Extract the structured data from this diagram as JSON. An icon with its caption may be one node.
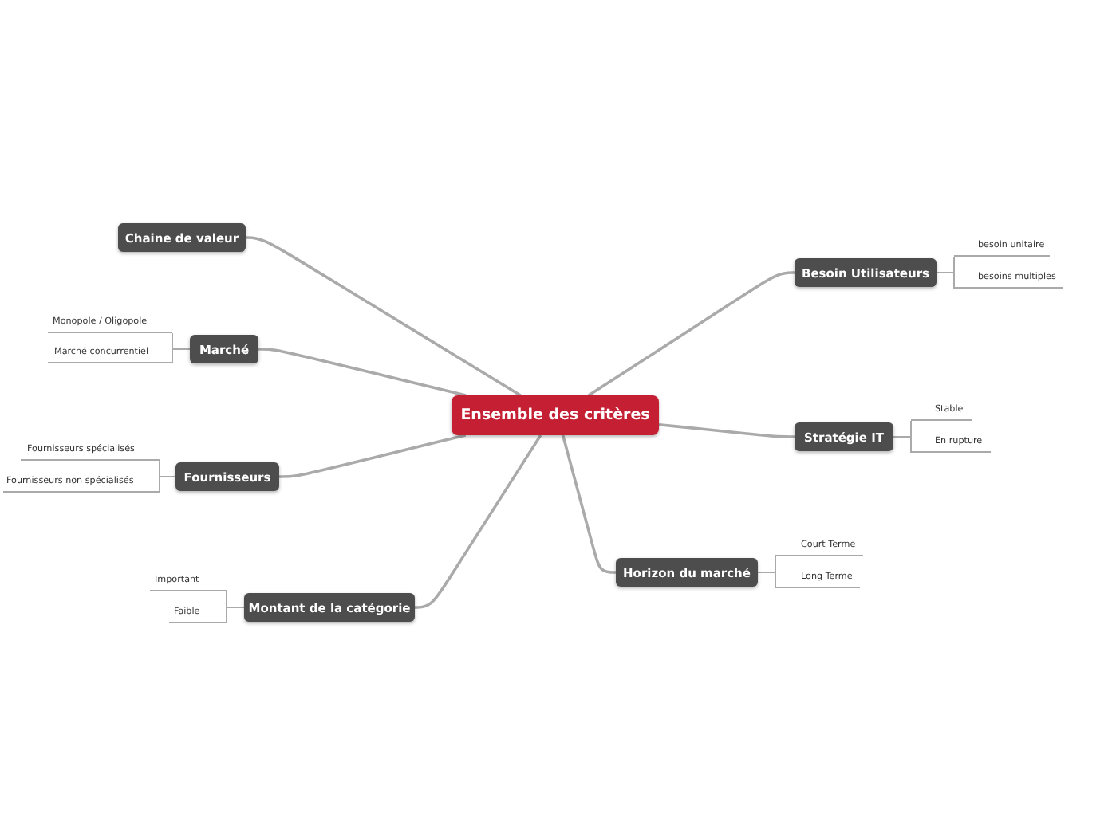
{
  "diagram": {
    "nodes": [
      {
        "text": [
          "Ensemble des critères"
        ]
      },
      {
        "text": [
          "Besoin Utilisateurs"
        ]
      },
      {
        "text": [
          "besoin unitaire"
        ]
      },
      {
        "text": [
          "besoins multiples"
        ]
      },
      {
        "text": [
          "Stratégie IT"
        ]
      },
      {
        "text": [
          "Stable"
        ]
      },
      {
        "text": [
          "En rupture"
        ]
      },
      {
        "text": [
          "Horizon du marché"
        ]
      },
      {
        "text": [
          "Court Terme"
        ]
      },
      {
        "text": [
          "Long Terme"
        ]
      },
      {
        "text": [
          "Chaine de valeur"
        ]
      },
      {
        "text": [
          "Marché"
        ]
      },
      {
        "text": [
          "Monopole / Oligopole"
        ]
      },
      {
        "text": [
          "Marché concurrentiel"
        ]
      },
      {
        "text": [
          "Fournisseurs"
        ]
      },
      {
        "text": [
          "Fournisseurs spécialisés"
        ]
      },
      {
        "text": [
          "Fournisseurs non spécialisés"
        ]
      },
      {
        "text": [
          "Montant de la catégorie"
        ]
      },
      {
        "text": [
          "Important"
        ]
      },
      {
        "text": [
          "Faible"
        ]
      }
    ],
    "edges": [
      {
        "from": 0,
        "to": 1,
        "arrow": "none"
      },
      {
        "from": 1,
        "to": 2,
        "arrow": "none"
      },
      {
        "from": 1,
        "to": 3,
        "arrow": "none"
      },
      {
        "from": 0,
        "to": 4,
        "arrow": "none"
      },
      {
        "from": 4,
        "to": 5,
        "arrow": "none"
      },
      {
        "from": 4,
        "to": 6,
        "arrow": "none"
      },
      {
        "from": 0,
        "to": 7,
        "arrow": "none"
      },
      {
        "from": 7,
        "to": 8,
        "arrow": "none"
      },
      {
        "from": 7,
        "to": 9,
        "arrow": "none"
      },
      {
        "from": 0,
        "to": 10,
        "arrow": "none"
      },
      {
        "from": 0,
        "to": 11,
        "arrow": "none"
      },
      {
        "from": 11,
        "to": 12,
        "arrow": "none"
      },
      {
        "from": 11,
        "to": 13,
        "arrow": "none"
      },
      {
        "from": 0,
        "to": 14,
        "arrow": "none"
      },
      {
        "from": 14,
        "to": 15,
        "arrow": "none"
      },
      {
        "from": 14,
        "to": 16,
        "arrow": "none"
      },
      {
        "from": 0,
        "to": 17,
        "arrow": "none"
      },
      {
        "from": 17,
        "to": 18,
        "arrow": "none"
      },
      {
        "from": 17,
        "to": 19,
        "arrow": "none"
      }
    ]
  }
}
